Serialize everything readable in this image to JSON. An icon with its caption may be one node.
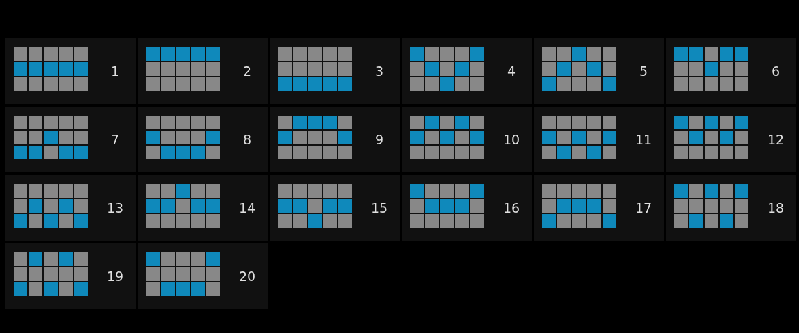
{
  "diagram": {
    "nodes": [
      {
        "text": [
          "1"
        ]
      },
      {
        "text": [
          "2"
        ]
      },
      {
        "text": [
          "3"
        ]
      },
      {
        "text": [
          "4"
        ]
      },
      {
        "text": [
          "5"
        ]
      },
      {
        "text": [
          "6"
        ]
      },
      {
        "text": [
          "7"
        ]
      },
      {
        "text": [
          "8"
        ]
      },
      {
        "text": [
          "9"
        ]
      },
      {
        "text": [
          "10"
        ]
      },
      {
        "text": [
          "11"
        ]
      },
      {
        "text": [
          "12"
        ]
      },
      {
        "text": [
          "13"
        ]
      },
      {
        "text": [
          "14"
        ]
      },
      {
        "text": [
          "15"
        ]
      },
      {
        "text": [
          "16"
        ]
      },
      {
        "text": [
          "17"
        ]
      },
      {
        "text": [
          "18"
        ]
      },
      {
        "text": [
          "19"
        ]
      },
      {
        "text": [
          "20"
        ]
      }
    ]
  }
}
